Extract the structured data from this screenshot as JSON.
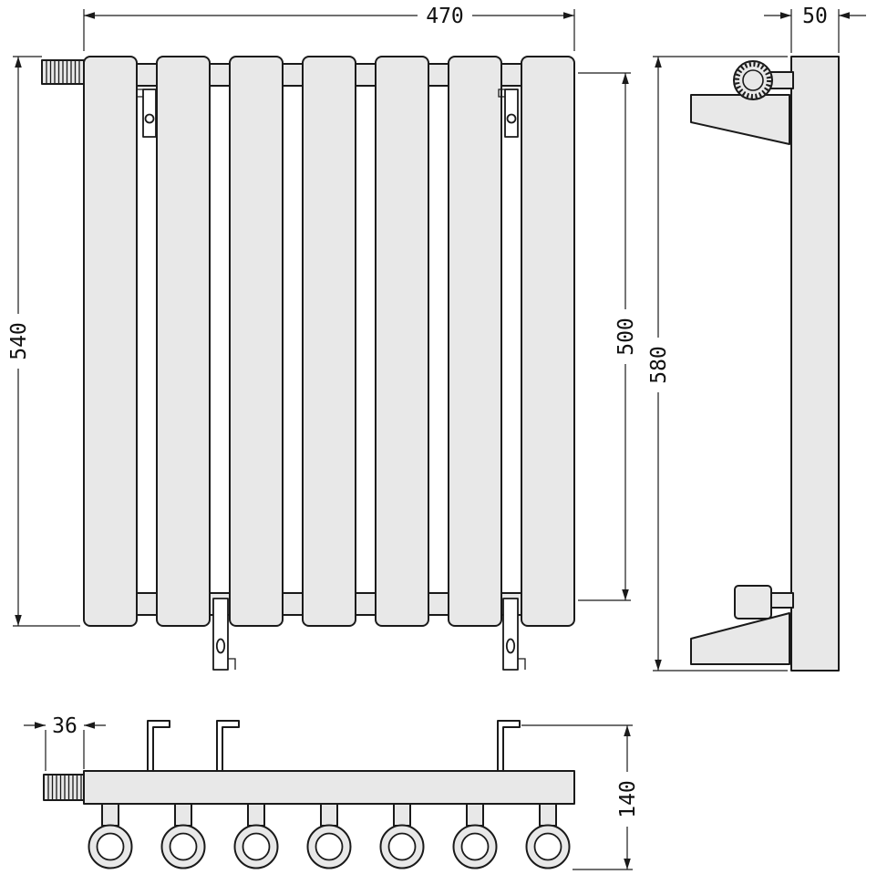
{
  "drawing": {
    "dimensions": {
      "front_width": "470",
      "front_height_total": "540",
      "front_height_panel": "500",
      "side_depth": "50",
      "side_height": "580",
      "bottom_cap_width": "36",
      "bottom_depth": "140"
    },
    "colors": {
      "fill": "#e8e8e8",
      "line": "#1a1a1a",
      "background": "#ffffff"
    }
  }
}
